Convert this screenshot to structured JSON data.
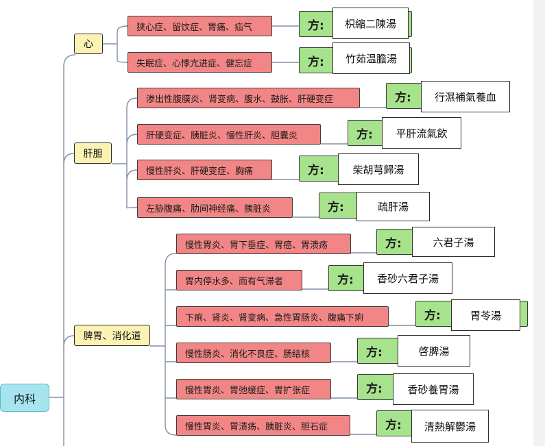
{
  "root": {
    "label": "内科"
  },
  "categories": [
    {
      "label": "心",
      "entries": [
        {
          "symptoms": "狭心症、留饮症、胃痛、疝气",
          "fang_label": "方:",
          "prescription": "枳縮二陳湯"
        },
        {
          "symptoms": "失眠症、心悸亢进症、健忘症",
          "fang_label": "方:",
          "prescription": "竹茹温膽湯"
        }
      ]
    },
    {
      "label": "肝胆",
      "entries": [
        {
          "symptoms": "渗出性腹膜炎、肾变病、腹水、鼓胀、肝硬变症",
          "fang_label": "方:",
          "prescription": "行濕補氣養血"
        },
        {
          "symptoms": "肝硬变症、胰脏炎、慢性肝炎、胆囊炎",
          "fang_label": "方:",
          "prescription": "平肝流氣飲"
        },
        {
          "symptoms": "慢性肝炎、肝硬变症、胸痛",
          "fang_label": "方:",
          "prescription": "柴胡芎歸湯"
        },
        {
          "symptoms": "左胁腹痛、肋间神经痛、胰脏炎",
          "fang_label": "方:",
          "prescription": "疏肝湯"
        }
      ]
    },
    {
      "label": "脾胃、消化道",
      "entries": [
        {
          "symptoms": "慢性胃炎、胃下垂症、胃癌、胃溃疡",
          "fang_label": "方:",
          "prescription": "六君子湯"
        },
        {
          "symptoms": "胃内停水多、而有气滞者",
          "fang_label": "方:",
          "prescription": "香砂六君子湯"
        },
        {
          "symptoms": "下痢、肾炎、肾变病、急性胃肠炎、腹痛下痢",
          "fang_label": "方:",
          "prescription": "胃苓湯"
        },
        {
          "symptoms": "慢性肠炎、消化不良症、肠结核",
          "fang_label": "方:",
          "prescription": "啓脾湯"
        },
        {
          "symptoms": "慢性胃炎、胃弛缓症、胃扩张症",
          "fang_label": "方:",
          "prescription": "香砂養胃湯"
        },
        {
          "symptoms": "慢性胃炎、胃溃疡、胰脏炎、胆石症",
          "fang_label": "方:",
          "prescription": "清熱解鬱湯"
        }
      ]
    }
  ],
  "colors": {
    "root_fill": "#a6e4ef",
    "category_fill": "#fbf2b3",
    "symptom_fill": "#f28686",
    "fang_fill": "#a6e38c",
    "prescription_fill": "#ffffff",
    "connector": "#7f8fa6"
  }
}
